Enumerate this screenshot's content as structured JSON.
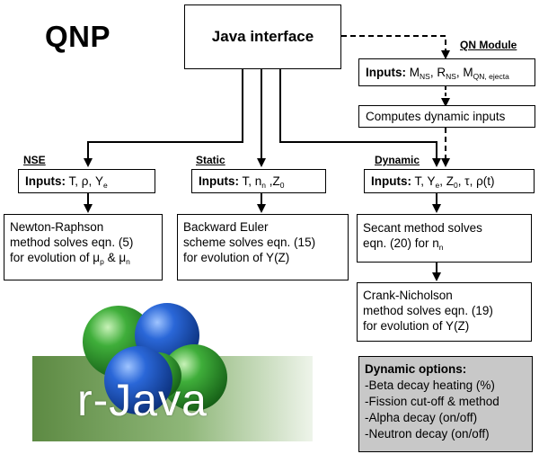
{
  "title": "QNP",
  "java_interface": "Java interface",
  "qn_module": {
    "label": "QN Module",
    "inputs_label": "Inputs:",
    "inputs_parts": [
      "M",
      "NS",
      ", R",
      "NS",
      ", M",
      "QN, ejecta"
    ],
    "computes": "Computes dynamic inputs"
  },
  "nse": {
    "label": "NSE",
    "inputs_label": "Inputs:",
    "inputs_parts": [
      "T, ρ, Y",
      "e"
    ],
    "method_lines": [
      "Newton-Raphson",
      "method solves eqn. (5)",
      "for evolution of μ",
      "p",
      " & μ",
      "n"
    ]
  },
  "static": {
    "label": "Static",
    "inputs_label": "Inputs:",
    "inputs_parts": [
      "T, n",
      "n",
      " ,Z",
      "0"
    ],
    "method_lines": [
      "Backward Euler",
      "scheme solves eqn. (15)",
      "for evolution of Y(Z)"
    ]
  },
  "dynamic": {
    "label": "Dynamic",
    "inputs_label": "Inputs:",
    "inputs_parts": [
      "T, Y",
      "e",
      ", Z",
      "0",
      ", τ, ρ(t)"
    ],
    "secant_lines": [
      "Secant method solves",
      "eqn. (20) for n",
      "n"
    ],
    "crank_lines": [
      "Crank-Nicholson",
      "method solves eqn. (19)",
      "for evolution of Y(Z)"
    ]
  },
  "options": {
    "title": "Dynamic options:",
    "items": [
      "-Beta decay heating (%)",
      "-Fission cut-off & method",
      "-Alpha decay (on/off)",
      "-Neutron decay (on/off)"
    ]
  },
  "logo": {
    "text": "r-Java"
  },
  "colors": {
    "options_bg": "#c8c8c8",
    "logo_band": "#6d9a52",
    "sphere_blue": "#1f57c8",
    "sphere_green": "#3aa43a"
  }
}
